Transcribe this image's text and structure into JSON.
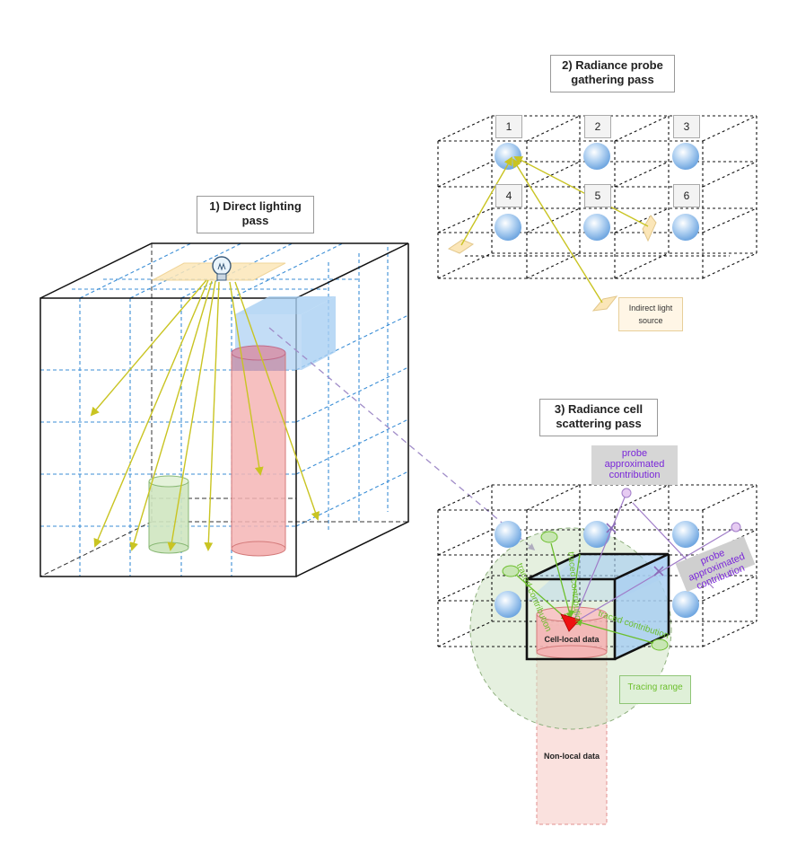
{
  "passes": {
    "direct": {
      "title_line1": "1) Direct lighting",
      "title_line2": "pass"
    },
    "gathering": {
      "title_line1": "2) Radiance probe",
      "title_line2": "gathering pass"
    },
    "scattering": {
      "title_line1": "3) Radiance cell",
      "title_line2": "scattering pass"
    }
  },
  "probes": [
    "1",
    "2",
    "3",
    "4",
    "5",
    "6"
  ],
  "labels": {
    "indirect_line1": "Indirect light",
    "indirect_line2": "source",
    "probe_contribution_top": "probe approximated contribution",
    "probe_contribution_right": "probe approximated contribution",
    "traced_1": "traced contribution",
    "traced_2": "traced contribution",
    "traced_3": "traced contribution",
    "cell_local": "Cell-local data",
    "non_local": "Non-local data",
    "tracing_range": "Tracing range"
  },
  "colors": {
    "grid_blue": "#3b8ed6",
    "ray_yellow": "#c9c422",
    "probe_purple": "#a07cc8",
    "trace_green": "#6cbf2c",
    "cylinder_red": "#f4b5b5",
    "cylinder_green": "#cfe6c0",
    "box_blue": "#a9cff2",
    "light_plane": "#fbe6b8"
  }
}
